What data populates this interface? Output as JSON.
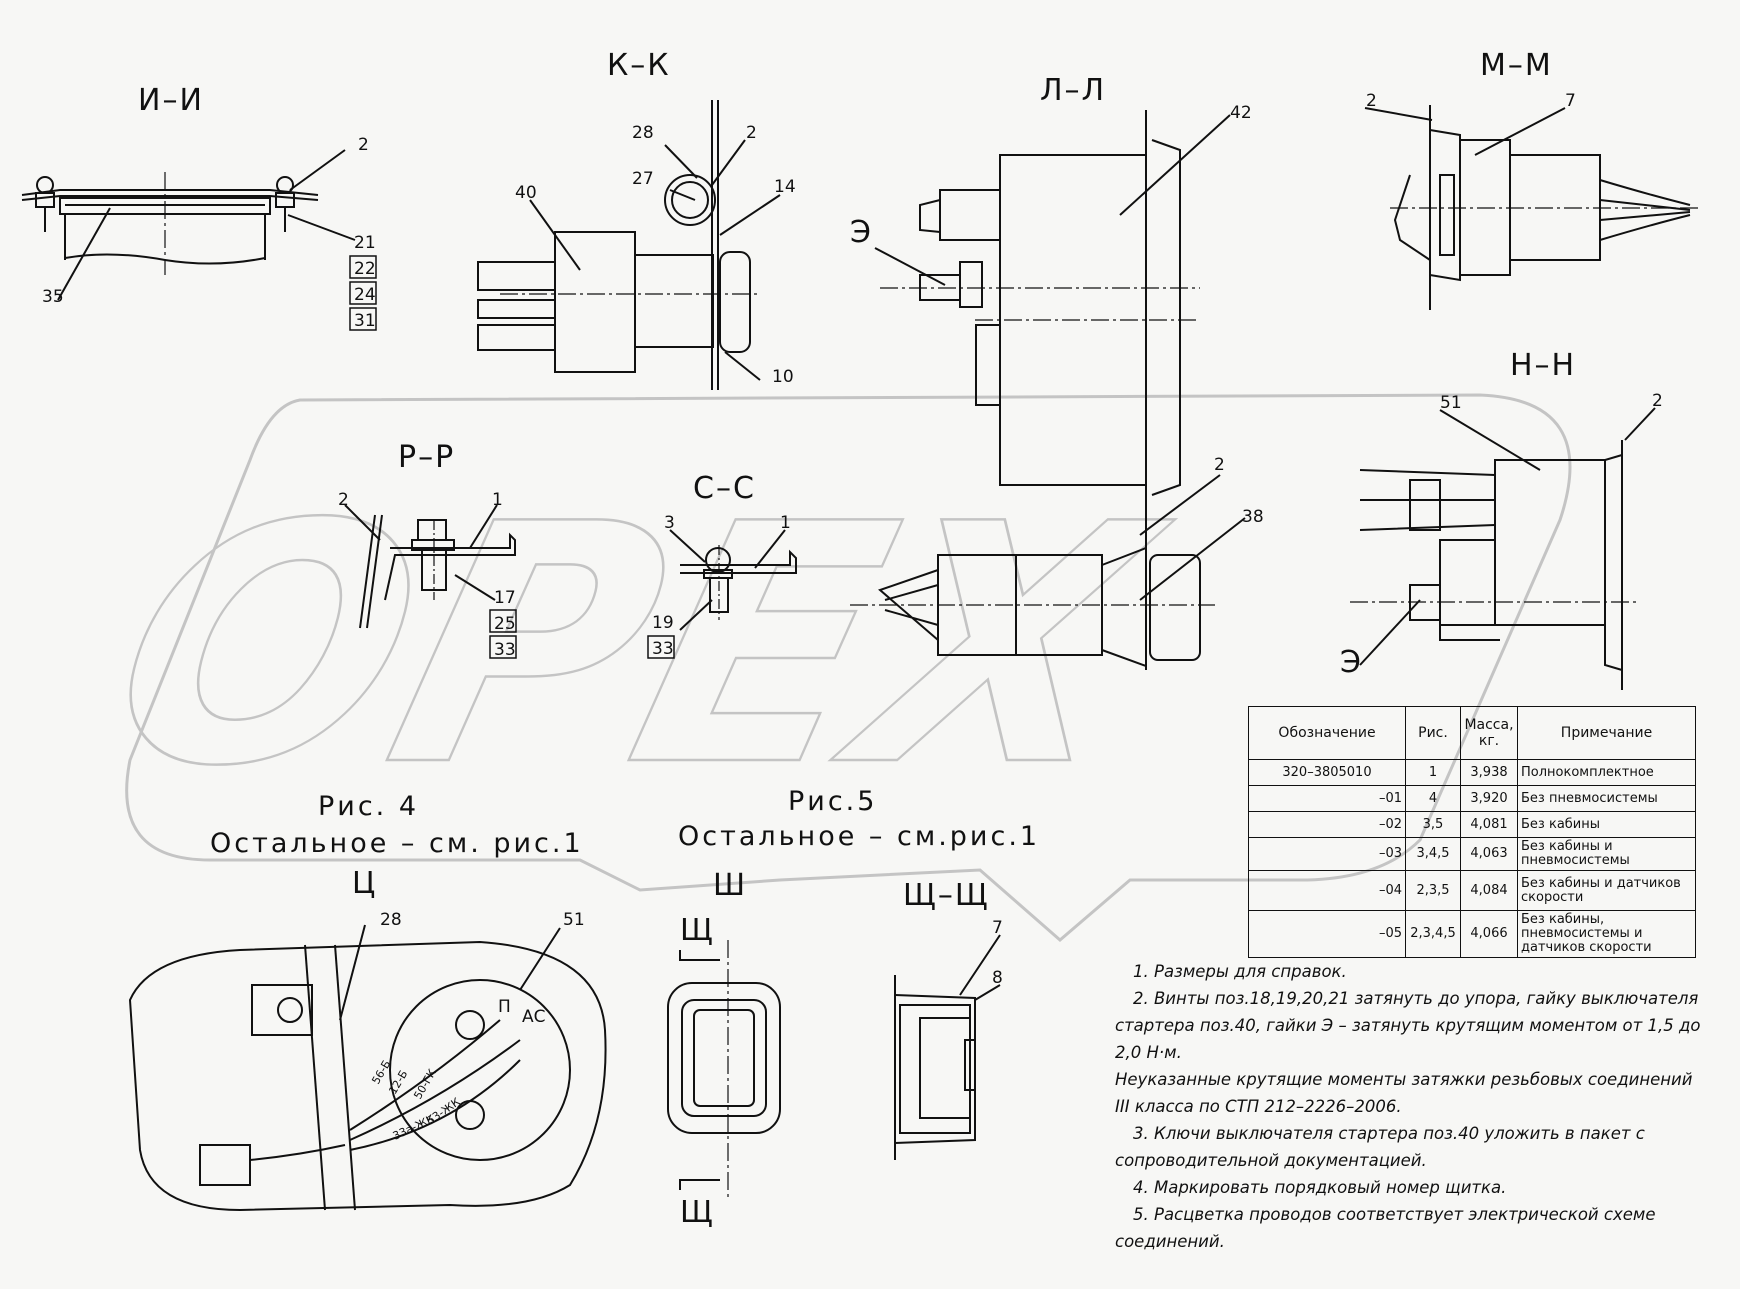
{
  "colors": {
    "ink": "#111111",
    "watermark": "#bdbdbd",
    "paper": "#f7f7f5"
  },
  "watermark": {
    "text": "OPEX"
  },
  "sections": {
    "ii": "И–И",
    "kk": "К–К",
    "ll": "Л–Л",
    "mm": "М–М",
    "nn": "Н–Н",
    "rr": "Р–Р",
    "ss": "С–С",
    "tsch": "Щ–Щ",
    "ts": "Ц",
    "sh": "Ш",
    "sch_top": "Щ",
    "sch_bot": "Щ"
  },
  "captions": {
    "fig4_title": "Рис. 4",
    "fig4_sub": "Остальное – см. рис.1",
    "fig5_title": "Рис.5",
    "fig5_sub": "Остальное – см.рис.1"
  },
  "callouts": {
    "ii": [
      "2",
      "21",
      "22",
      "24",
      "31",
      "35"
    ],
    "kk": [
      "28",
      "2",
      "27",
      "14",
      "40",
      "10"
    ],
    "ll": [
      "42",
      "Э",
      "2",
      "38"
    ],
    "mm": [
      "2",
      "7"
    ],
    "nn": [
      "51",
      "2",
      "Э"
    ],
    "rr": [
      "2",
      "1",
      "17",
      "25",
      "33"
    ],
    "ss": [
      "3",
      "1",
      "19",
      "33"
    ],
    "ts": [
      "28",
      "51",
      "П",
      "АС"
    ],
    "tsch": [
      "7",
      "8"
    ]
  },
  "wire_labels": [
    "56-Б",
    "12-Б",
    "50-ГК",
    "53-ЖК",
    "33а-ЖК"
  ],
  "table": {
    "headers": [
      "Обозначение",
      "Рис.",
      "Масса, кг.",
      "Примечание"
    ],
    "rows": [
      [
        "320–3805010",
        "1",
        "3,938",
        "Полнокомплектное"
      ],
      [
        "–01",
        "4",
        "3,920",
        "Без пневмосистемы"
      ],
      [
        "–02",
        "3,5",
        "4,081",
        "Без кабины"
      ],
      [
        "–03",
        "3,4,5",
        "4,063",
        "Без кабины и пневмосистемы"
      ],
      [
        "–04",
        "2,3,5",
        "4,084",
        "Без кабины и датчиков скорости"
      ],
      [
        "–05",
        "2,3,4,5",
        "4,066",
        "Без кабины, пневмосистемы и датчиков скорости"
      ]
    ]
  },
  "notes": [
    "1. Размеры для справок.",
    "2. Винты поз.18,19,20,21 затянуть до упора, гайку выключателя",
    "стартера поз.40, гайки Э – затянуть крутящим моментом от 1,5 до 2,0 Н·м.",
    "Неуказанные крутящие моменты затяжки резьбовых соединений",
    "III класса по СТП 212–2226–2006.",
    "3. Ключи выключателя стартера поз.40 уложить в пакет с",
    "сопроводительной документацией.",
    "4. Маркировать порядковый номер щитка.",
    "5. Расцветка проводов соответствует электрической схеме",
    "соединений."
  ]
}
